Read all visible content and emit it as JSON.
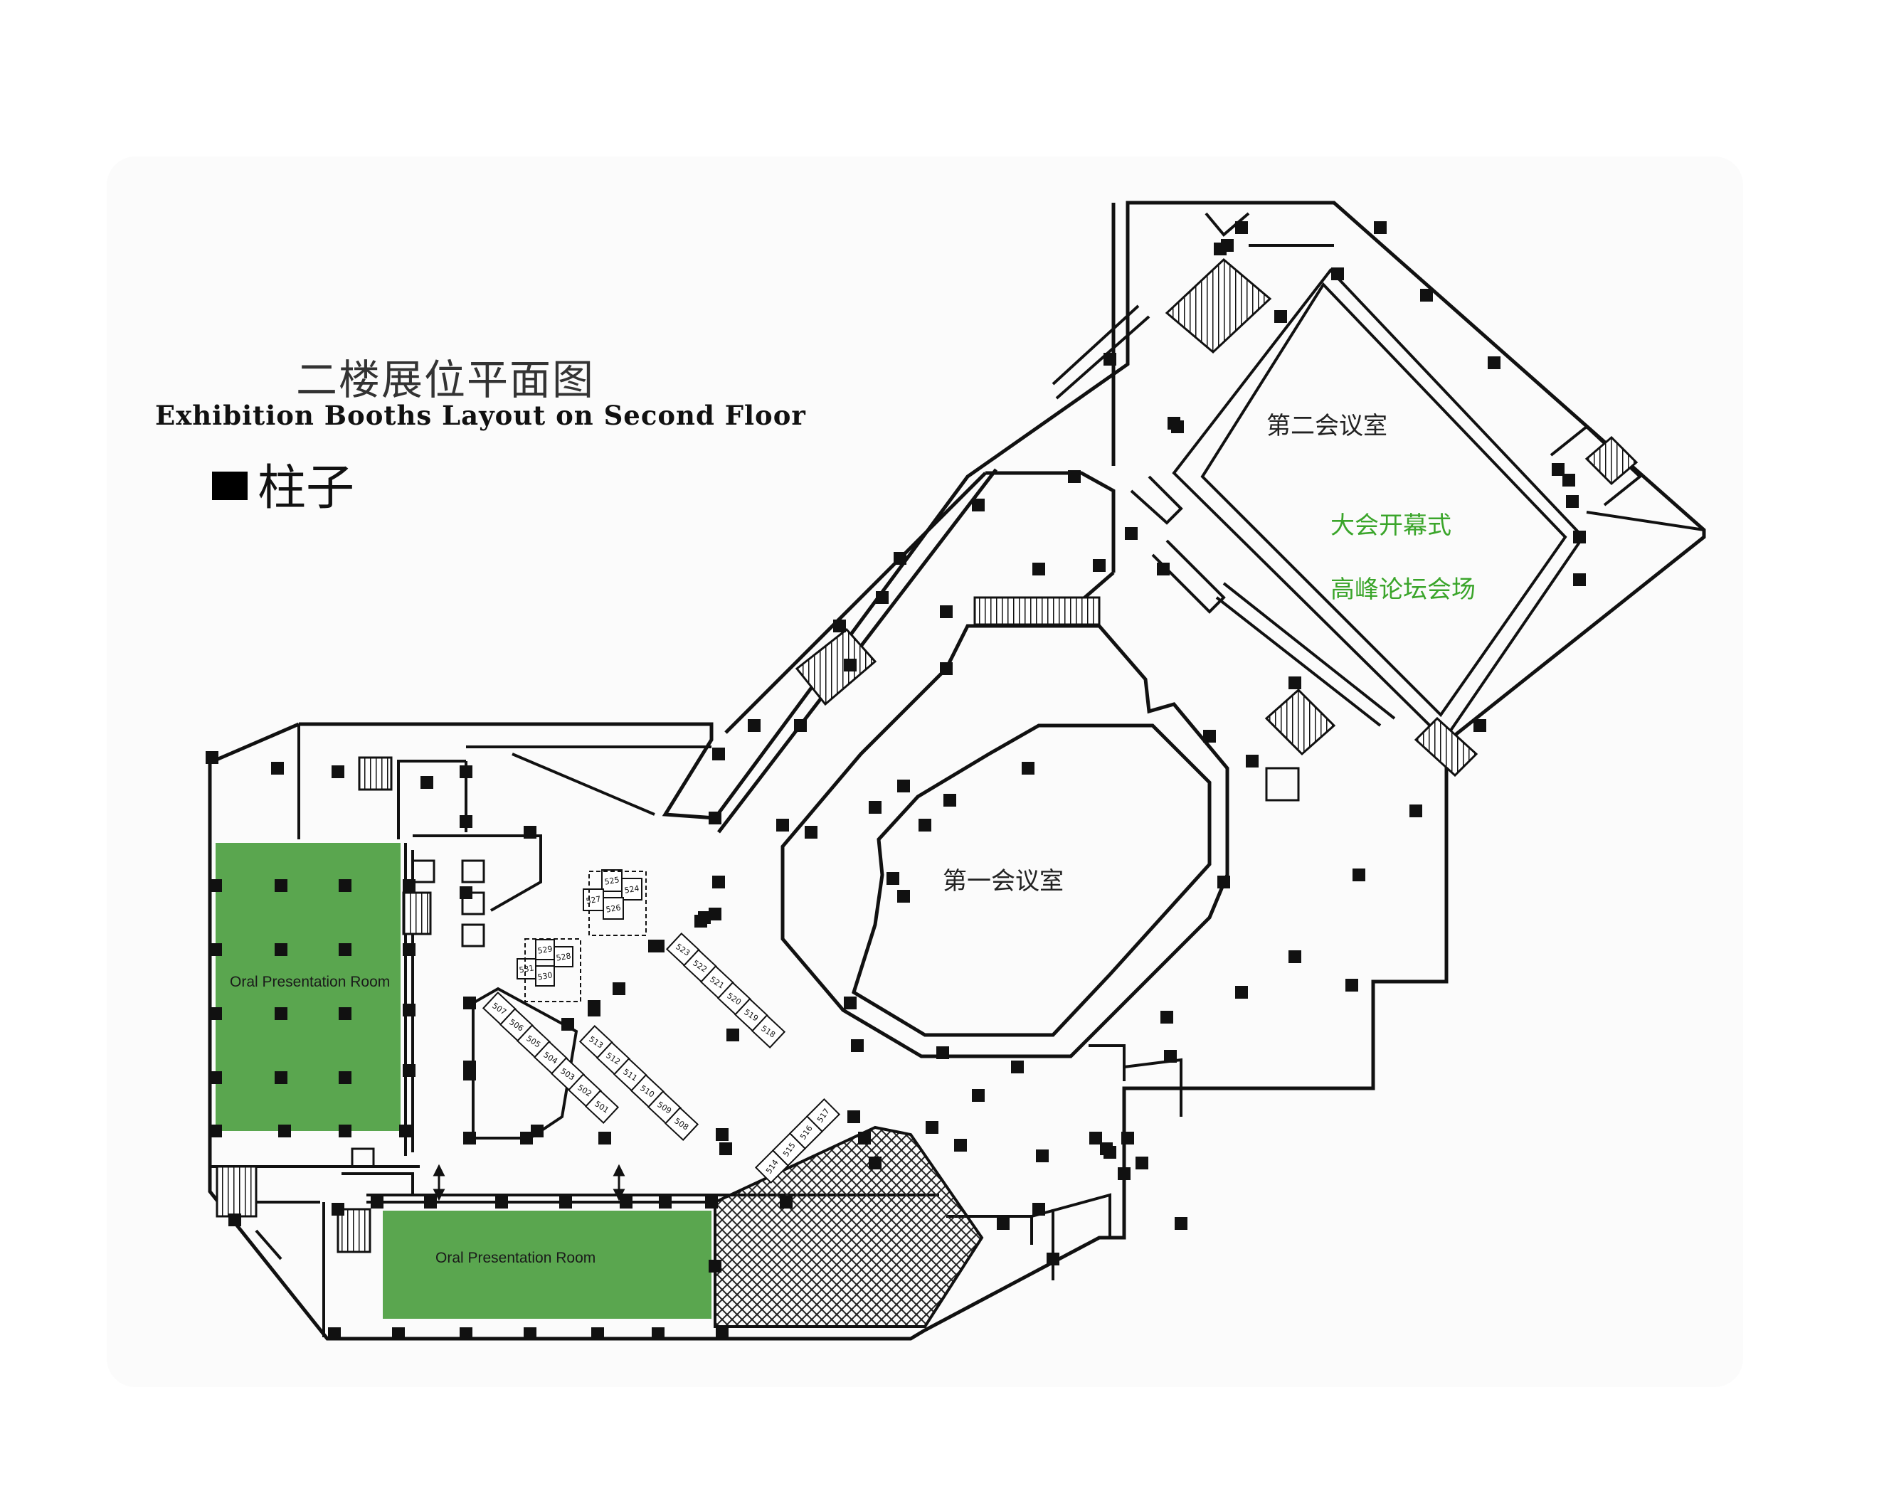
{
  "header": {
    "title_cn": "二楼展位平面图",
    "title_en": "Exhibition Booths Layout on Second Floor"
  },
  "legend": {
    "pillar_label": "柱子",
    "pillar_icon": "black-square-icon"
  },
  "rooms": {
    "hall_2": "第二会议室",
    "hall_1": "第一会议室",
    "opening": "大会开幕式",
    "summit": "高峰论坛会场",
    "oral_1": "Oral Presentation Room",
    "oral_2": "Oral Presentation Room"
  },
  "booths": {
    "row_501_507": [
      "507",
      "506",
      "505",
      "504",
      "503",
      "502",
      "501"
    ],
    "row_508_513": [
      "513",
      "512",
      "511",
      "510",
      "509",
      "508"
    ],
    "row_518_523": [
      "523",
      "522",
      "521",
      "520",
      "519",
      "518"
    ],
    "row_514_517": [
      "514",
      "515",
      "516",
      "517"
    ],
    "group_524_527": [
      "525",
      "524",
      "527",
      "526"
    ],
    "group_528_531": [
      "529",
      "528",
      "531",
      "530"
    ]
  },
  "colors": {
    "room_green": "#5aa64f",
    "label_green": "#3aa52a",
    "wall": "#111111",
    "pillar": "#111111"
  }
}
